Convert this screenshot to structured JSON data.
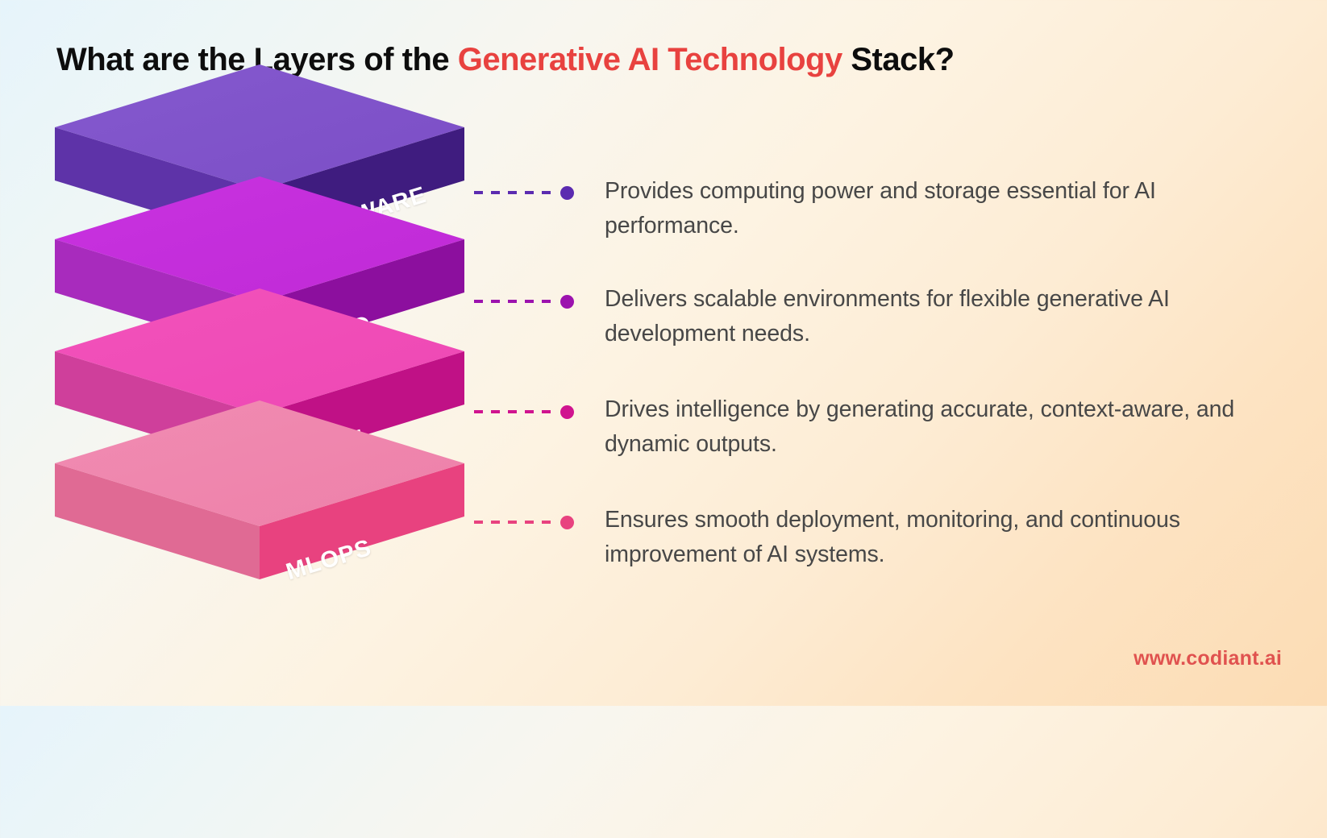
{
  "title": {
    "part1": "What are the Layers of the ",
    "accent": "Generative AI Technology",
    "part2": " Stack?"
  },
  "footer": {
    "url": "www.codiant.ai"
  },
  "colors": {
    "title_accent": "#e8423f",
    "footer_url": "#e0524f",
    "body_text": "#474747",
    "bg_top_left": "#e6f4fb",
    "bg_bottom_right": "#fcdcb4"
  },
  "layers": [
    {
      "label": "HARDWARE",
      "description": "Provides computing power and storage essential for AI performance.",
      "top_color": "#8459ce",
      "top_color_2": "#7c4ec6",
      "left_color": "#5e33a8",
      "right_color": "#3f1c7f",
      "connector_color": "#5b2bb0"
    },
    {
      "label": "CLOUD",
      "description": "Delivers scalable environments for flexible generative AI development needs.",
      "top_color": "#c832e0",
      "top_color_2": "#c02ad6",
      "left_color": "#a82bbd",
      "right_color": "#8c0f9e",
      "connector_color": "#9c12ae"
    },
    {
      "label": "MODEL",
      "description": "Drives intelligence by generating accurate, context-aware, and dynamic outputs.",
      "top_color": "#f252bb",
      "top_color_2": "#ee48b4",
      "left_color": "#cf3f9b",
      "right_color": "#c01186",
      "connector_color": "#d0148f"
    },
    {
      "label": "MLOPS",
      "description": "Ensures smooth deployment, monitoring, and continuous improvement of AI systems.",
      "top_color": "#f08cb2",
      "top_color_2": "#ee80a9",
      "left_color": "#e06a94",
      "right_color": "#e8427f",
      "connector_color": "#e8427f"
    }
  ]
}
